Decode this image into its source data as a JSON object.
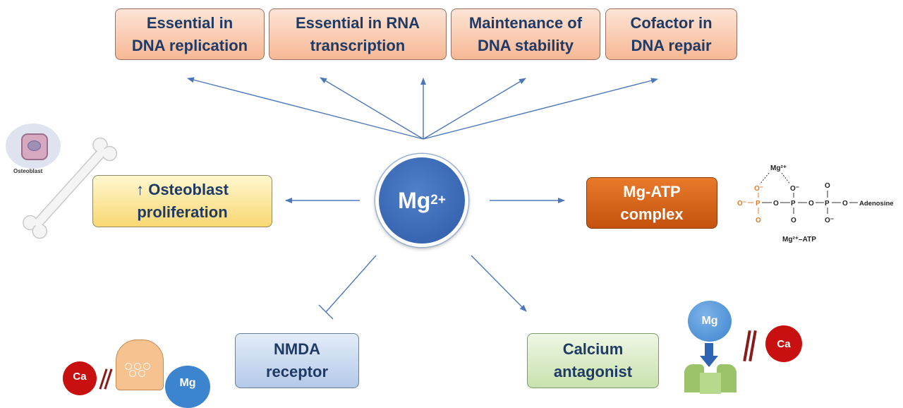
{
  "center": {
    "base": "Mg",
    "sup": "2+"
  },
  "top_boxes": [
    {
      "label": "Essential in\nDNA replication"
    },
    {
      "label": "Essential in RNA\ntranscription"
    },
    {
      "label": "Maintenance of\nDNA stability"
    },
    {
      "label": "Cofactor in\nDNA repair"
    }
  ],
  "left_box": {
    "arrow": "↑",
    "label": " Osteoblast\nproliferation"
  },
  "right_box": {
    "label": "Mg-ATP\ncomplex"
  },
  "bottom_left_box": {
    "label": "NMDA\nreceptor"
  },
  "bottom_right_box": {
    "label": "Calcium\nantagonist"
  },
  "osteoblast_label": "Osteoblast",
  "atp_structure": {
    "mg_label": "Mg²⁺",
    "caption": "Mg²⁺–ATP",
    "adenosine": "Adenosine",
    "o": "O",
    "o_minus": "O⁻",
    "p": "P"
  },
  "mg_circle_label": "Mg",
  "ca_label": "Ca",
  "colors": {
    "arrow": "#4d78b8",
    "title_text": "#1f3a64",
    "ca_red": "#c81010",
    "mg_blue": "#3d84cf"
  }
}
